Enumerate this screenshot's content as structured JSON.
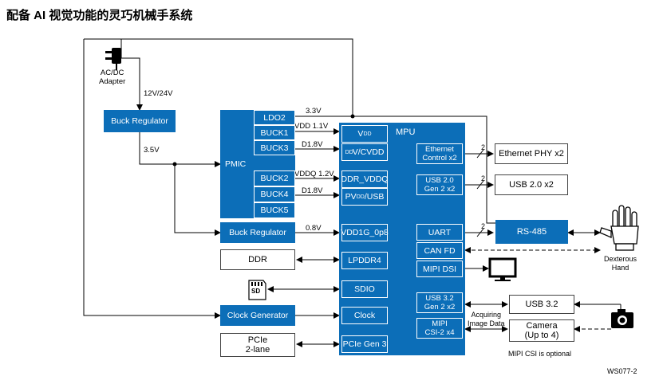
{
  "title": "配备 AI 视觉功能的灵巧机械手系统",
  "adapter": {
    "line1": "AC/DC",
    "line2": "Adapter"
  },
  "rails": {
    "v12_24": "12V/24V",
    "v3_5": "3.5V",
    "v3_3": "3.3V",
    "vdd_1_1": "VDD 1.1V",
    "d1_8a": "D1.8V",
    "vddq_1_2": "VDDQ 1.2V",
    "d1_8b": "D1.8V",
    "v0_8": "0.8V"
  },
  "blocks": {
    "buck_regulator_top": "Buck Regulator",
    "buck_regulator_bottom": "Buck Regulator",
    "pmic": "PMIC",
    "ldo2": "LDO2",
    "buck1": "BUCK1",
    "buck3": "BUCK3",
    "buck2": "BUCK2",
    "buck4": "BUCK4",
    "buck5": "BUCK5",
    "ddr": "DDR",
    "clock_generator": "Clock Generator",
    "pcie_line1": "PCIe",
    "pcie_line2": "2-lane",
    "mpu": "MPU",
    "vdd_main": "V",
    "vdd_sub": "DD",
    "vdd_cvdd_sub": "DD",
    "vdd_cvdd_main": "/CVDD",
    "ddr_vddq": "DDR_VDDQ",
    "pvdd_main": "PV",
    "pvdd_sub": "DD",
    "pvdd_suffix": "/USB",
    "vdd1g": "VDD1G_0p8",
    "lpddr4": "LPDDR4",
    "sdio": "SDIO",
    "clock": "Clock",
    "pcie_gen3": "PCIe Gen 3",
    "eth_ctrl_line1": "Ethernet",
    "eth_ctrl_line2": "Control x2",
    "usb20_line1": "USB 2.0",
    "usb20_line2": "Gen 2 x2",
    "uart": "UART",
    "can_fd": "CAN FD",
    "mipi_dsi": "MIPI DSI",
    "usb32_line1": "USB 3.2",
    "usb32_line2": "Gen 2 x2",
    "mipi_csi_line1": "MIPI",
    "mipi_csi_line2": "CSI-2 x4",
    "ethernet_phy": "Ethernet PHY x2",
    "usb20_ext": "USB 2.0 x2",
    "rs485": "RS-485",
    "usb32_ext": "USB 3.2",
    "camera_line1": "Camera",
    "camera_line2": "(Up to 4)"
  },
  "labels": {
    "bus2_a": "2",
    "bus2_b": "2",
    "bus2_c": "2",
    "acquiring_line1": "Acquiring",
    "acquiring_line2": "Image Data",
    "dexterous_line1": "Dexterous",
    "dexterous_line2": "Hand",
    "mipi_optional": "MIPI CSI is optional",
    "doc_id": "WS077-2",
    "sd_card": "SD"
  },
  "colors": {
    "block_blue": "#0c6eb8",
    "line": "#000000"
  }
}
